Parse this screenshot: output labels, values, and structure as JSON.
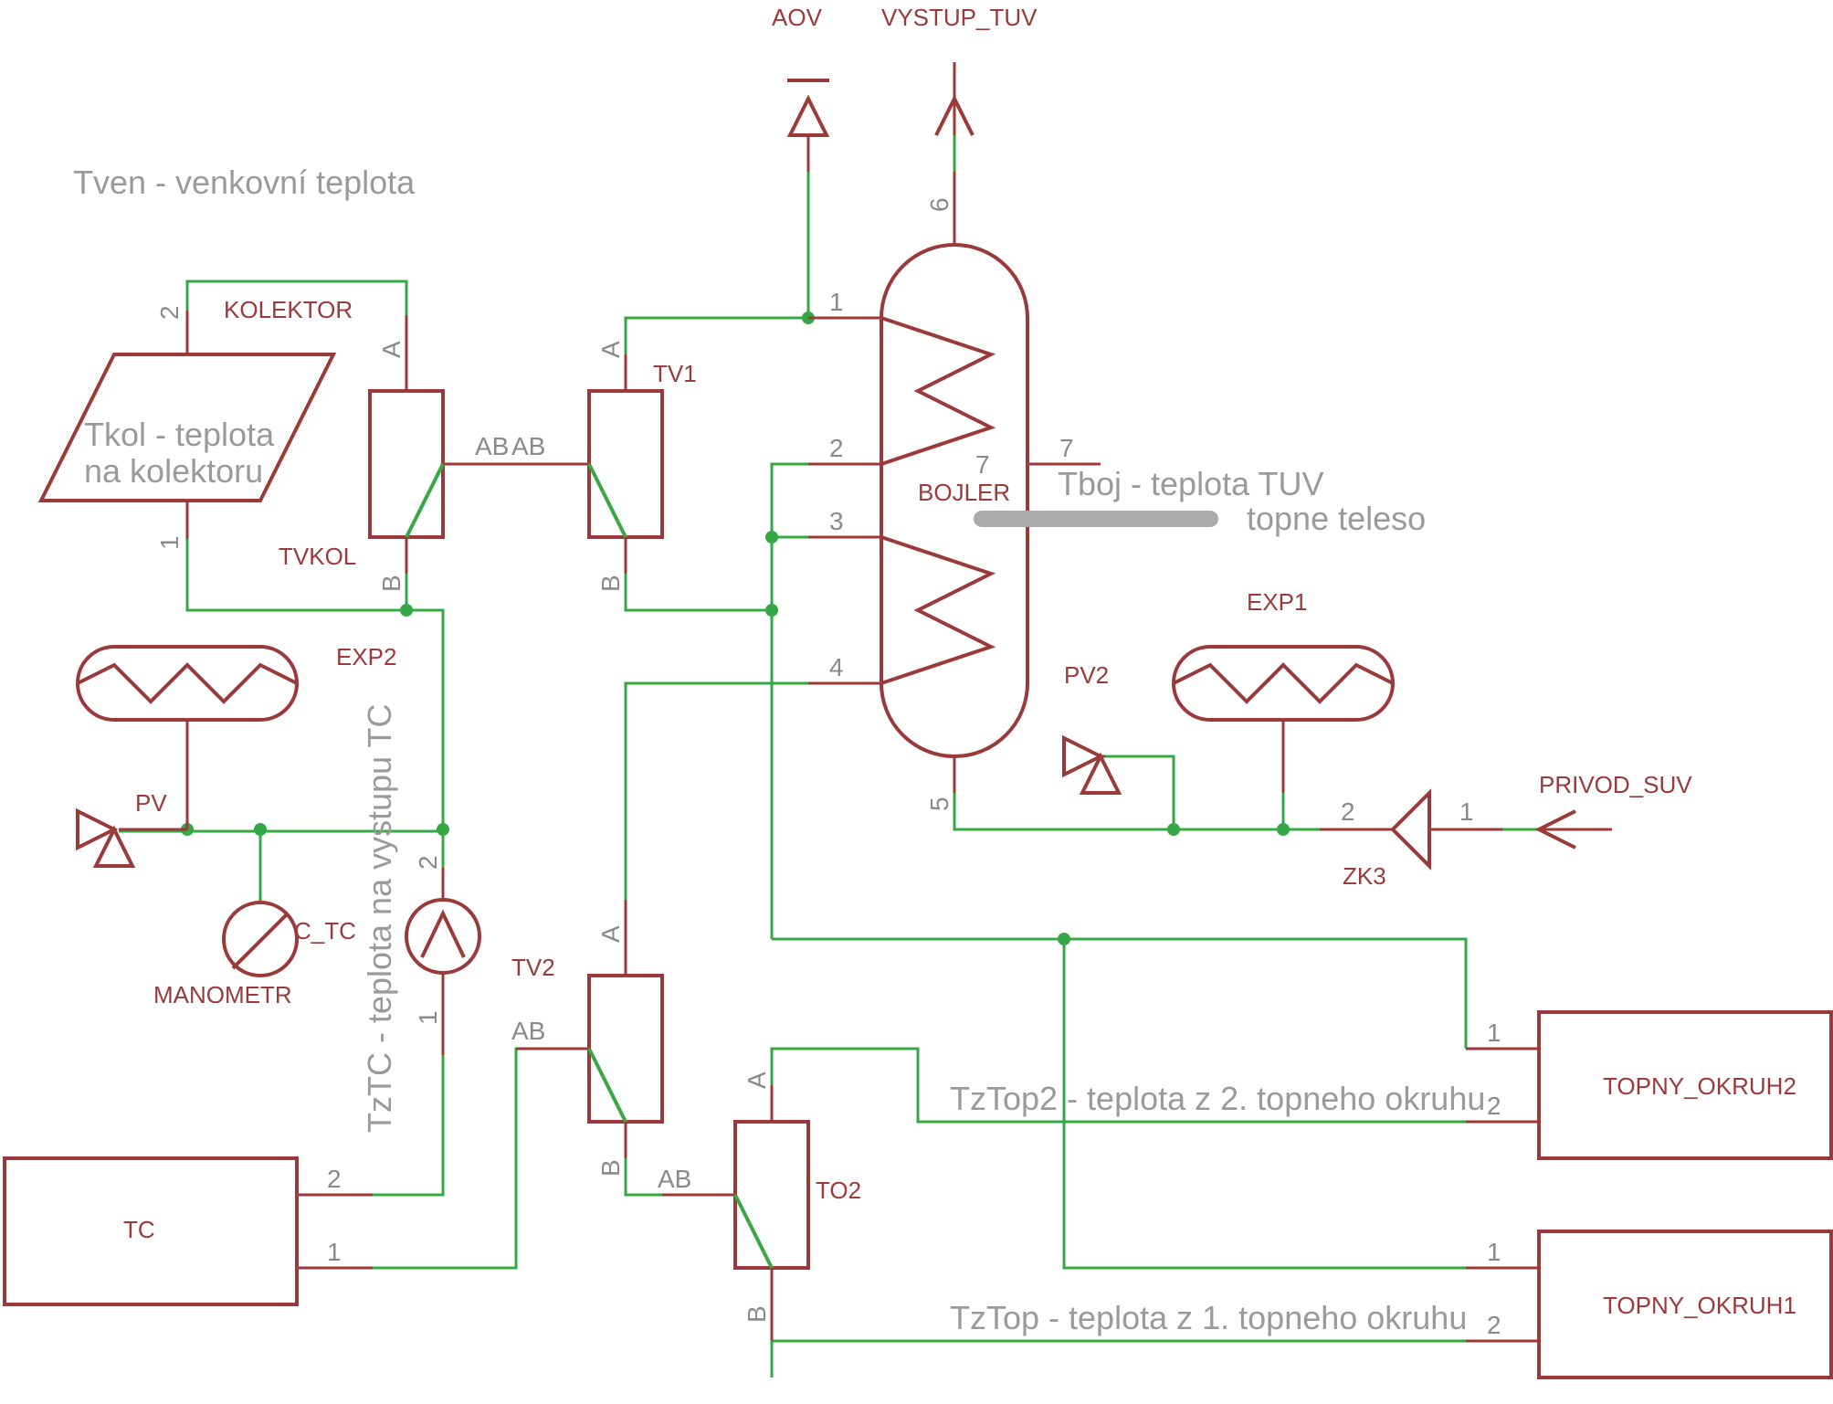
{
  "labels": {
    "aov": "AOV",
    "vystup_tuv": "VYSTUP_TUV",
    "kolektor": "KOLEKTOR",
    "tvkol": "TVKOL",
    "tv1": "TV1",
    "bojler": "BOJLER",
    "exp1": "EXP1",
    "exp2": "EXP2",
    "pv": "PV",
    "pv2": "PV2",
    "c_tc": "C_TC",
    "manometr": "MANOMETR",
    "privod_suv": "PRIVOD_SUV",
    "zk3": "ZK3",
    "tv2": "TV2",
    "to2": "TO2",
    "tc": "TC",
    "topny_okruh1": "TOPNY_OKRUH1",
    "topny_okruh2": "TOPNY_OKRUH2"
  },
  "notes": {
    "tven": "Tven - venkovní teplota",
    "tkol_line1": "Tkol - teplota",
    "tkol_line2": "na kolektoru",
    "tboj": "Tboj - teplota TUV",
    "topne": "topne teleso",
    "tztc": "TzTC - teplota na vystupu TC",
    "tztop2": "TzTop2 - teplota z 2. topneho okruhu",
    "tztop": "TzTop - teplota z 1. topneho okruhu"
  },
  "pins": {
    "p1": "1",
    "p2": "2",
    "p3": "3",
    "p4": "4",
    "p5": "5",
    "p6": "6",
    "p7": "7",
    "a": "A",
    "b": "B",
    "ab": "AB"
  }
}
